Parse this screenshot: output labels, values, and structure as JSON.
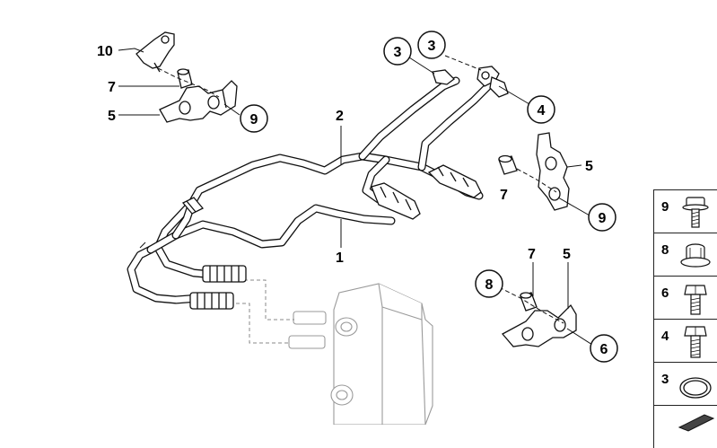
{
  "callouts": {
    "c10": "10",
    "c7a": "7",
    "c5a": "5",
    "c9a": "9",
    "c3a": "3",
    "c3b": "3",
    "c4": "4",
    "c2": "2",
    "c1": "1",
    "c5b": "5",
    "c7b": "7",
    "c9b": "9",
    "c8": "8",
    "c7c": "7",
    "c5c": "5",
    "c6": "6"
  },
  "legend": [
    {
      "num": "9",
      "icon": "bolt-washer-head-icon"
    },
    {
      "num": "8",
      "icon": "nut-icon"
    },
    {
      "num": "6",
      "icon": "hex-bolt-icon"
    },
    {
      "num": "4",
      "icon": "hex-bolt-icon"
    },
    {
      "num": "3",
      "icon": "o-ring-icon"
    },
    {
      "num": "",
      "icon": "clip-icon"
    }
  ]
}
